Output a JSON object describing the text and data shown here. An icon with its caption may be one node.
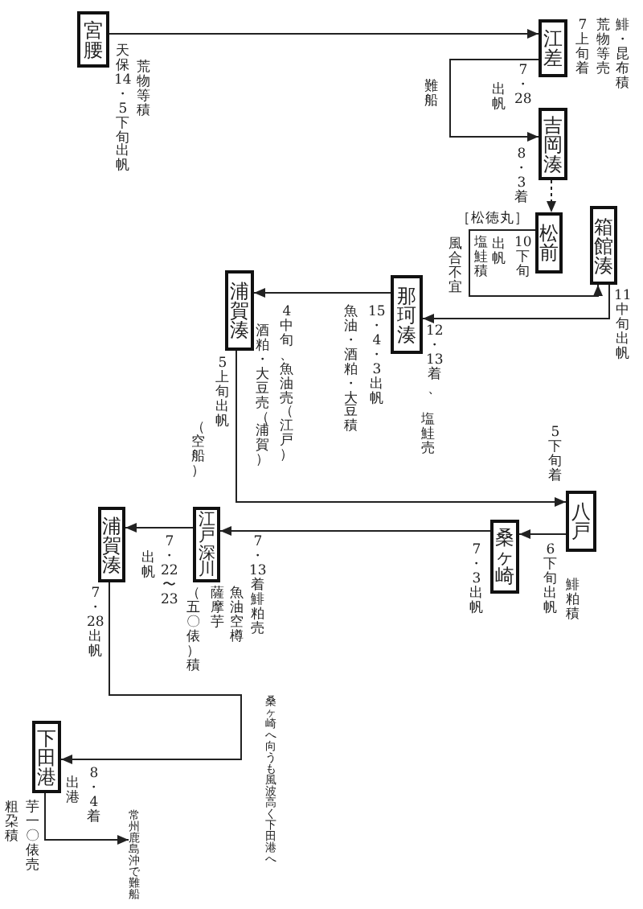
{
  "diagram": {
    "nodes": [
      {
        "text": [
          "宮腰"
        ],
        "beside": [
          "天保14・5下旬出帆",
          "荒物等積"
        ]
      },
      {
        "text": [
          "江差"
        ],
        "beside": [
          "7上旬着",
          "荒物等売",
          "鯡・昆布積"
        ]
      },
      {
        "text": [
          "吉岡湊"
        ],
        "beside": [
          "8・3着"
        ]
      },
      {
        "text": [
          "松前"
        ],
        "beside": [
          "［松徳丸］",
          "10下旬",
          "塩鮭積"
        ]
      },
      {
        "text": [
          "箱館湊"
        ],
        "beside": [
          "11中旬出帆"
        ]
      },
      {
        "text": [
          "那珂湊"
        ],
        "beside": [
          "12・13着、",
          "塩鮭売",
          "15・4・3出帆",
          "魚油・酒粕・大豆積"
        ]
      },
      {
        "text": [
          "浦賀湊"
        ],
        "beside": [
          "4中旬、魚油売（江戸）",
          "酒粕・大豆売（浦賀）",
          "5上旬出帆",
          "（空船）"
        ]
      },
      {
        "text": [
          "八戸"
        ],
        "beside": [
          "5下旬着",
          "6下旬出帆",
          "鯡粕積"
        ]
      },
      {
        "text": [
          "桑ヶ崎"
        ],
        "beside": [
          "7・3出帆"
        ]
      },
      {
        "text": [
          "江戸深川"
        ],
        "beside": [
          "7・13着鯡粕売",
          "魚油空樽",
          "薩摩芋",
          "（五〇俵）積"
        ]
      },
      {
        "text": [
          "浦賀湊"
        ],
        "beside": [
          "7・28出帆"
        ]
      },
      {
        "text": [
          "下田港"
        ],
        "beside": [
          "8・4着",
          "出港",
          "芋一〇俵売",
          "粗朶積"
        ]
      },
      {
        "text": [
          "常州鹿島沖で難船"
        ]
      }
    ],
    "edges": [
      {
        "from": 0,
        "to": 1,
        "arrow": "to"
      },
      {
        "from": 1,
        "to": 2,
        "arrow": "to",
        "label": "難船"
      },
      {
        "from": 2,
        "to": 3,
        "arrow": "to",
        "style": "dashed"
      },
      {
        "from": 3,
        "to": 4,
        "arrow": "to",
        "label": "風合不宜"
      },
      {
        "from": 4,
        "to": 5,
        "arrow": "to"
      },
      {
        "from": 5,
        "to": 6,
        "arrow": "to"
      },
      {
        "from": 6,
        "to": 7,
        "arrow": "to"
      },
      {
        "from": 7,
        "to": 8,
        "arrow": "to"
      },
      {
        "from": 8,
        "to": 9,
        "arrow": "to"
      },
      {
        "from": 9,
        "to": 10,
        "arrow": "to"
      },
      {
        "from": 10,
        "to": 11,
        "arrow": "to",
        "label": "桑ヶ崎へ向うも風波高く下田港へ"
      },
      {
        "from": 11,
        "to": 12,
        "arrow": "to"
      }
    ],
    "labels": [
      "7・28",
      "出帆",
      "出帆",
      "7・22〜23",
      "出帆"
    ]
  }
}
